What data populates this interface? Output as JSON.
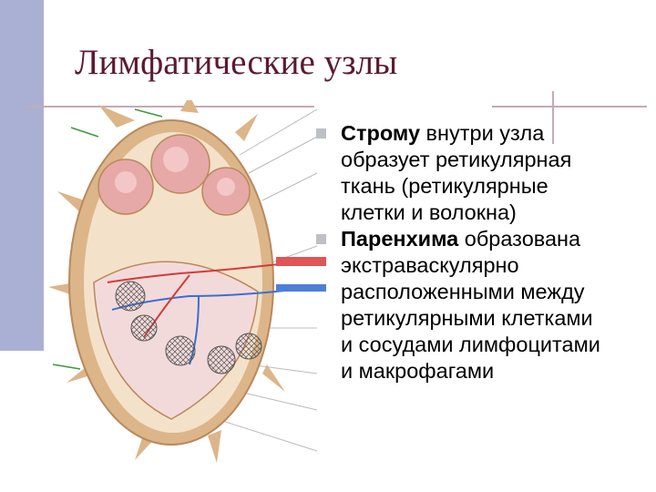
{
  "slide": {
    "title": "Лимфатические узлы",
    "accent_color": "#5c1a32",
    "bar_color": "#a9b0d3",
    "rule_color": "#c8a9b8"
  },
  "diagram": {
    "icon": "lymph-node-cross-section"
  },
  "bullets": [
    {
      "icon": "square-bullet-icon",
      "bold": "Строму",
      "line1_rest": " внутри узла",
      "lines": [
        "образует ретикулярная",
        "ткань (ретикулярные",
        "клетки и волокна)"
      ]
    },
    {
      "icon": "square-bullet-icon",
      "bold": "Паренхима",
      "line1_rest": " образована",
      "lines": [
        "экстраваскулярно",
        "расположенными между",
        "ретикулярными клетками",
        "и сосудами лимфоцитами",
        "и макрофагами"
      ]
    }
  ]
}
